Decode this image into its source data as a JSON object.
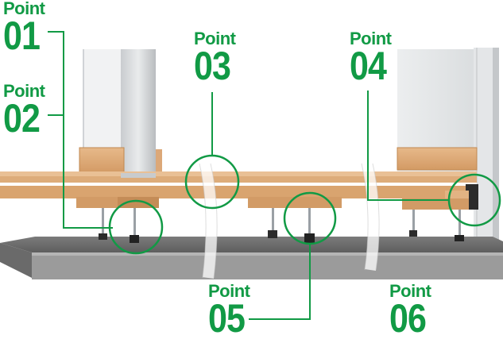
{
  "accent_color": "#119a45",
  "callouts": [
    {
      "id": "01",
      "word": "Point",
      "number": "01"
    },
    {
      "id": "02",
      "word": "Point",
      "number": "02"
    },
    {
      "id": "03",
      "word": "Point",
      "number": "03"
    },
    {
      "id": "04",
      "word": "Point",
      "number": "04"
    },
    {
      "id": "05",
      "word": "Point",
      "number": "05"
    },
    {
      "id": "06",
      "word": "Point",
      "number": "06"
    }
  ]
}
